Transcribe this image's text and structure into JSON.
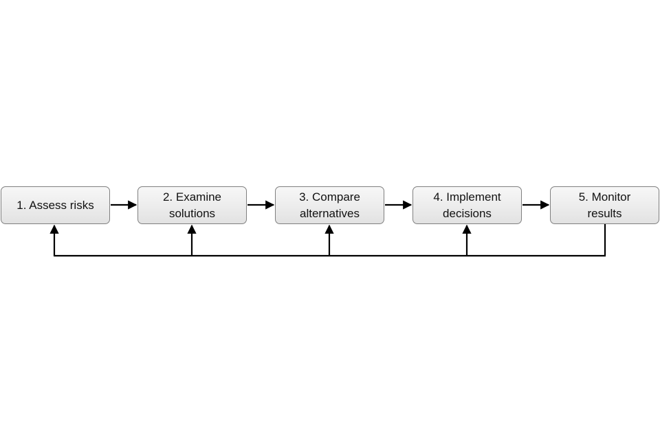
{
  "diagram": {
    "steps": [
      {
        "label": "1. Assess risks"
      },
      {
        "label": "2. Examine\nsolutions"
      },
      {
        "label": "3. Compare\nalternatives"
      },
      {
        "label": "4. Implement\ndecisions"
      },
      {
        "label": "5. Monitor\nresults"
      }
    ],
    "colors": {
      "box_fill": "#ececec",
      "box_border": "#7f7f7f",
      "connector": "#000000"
    }
  }
}
